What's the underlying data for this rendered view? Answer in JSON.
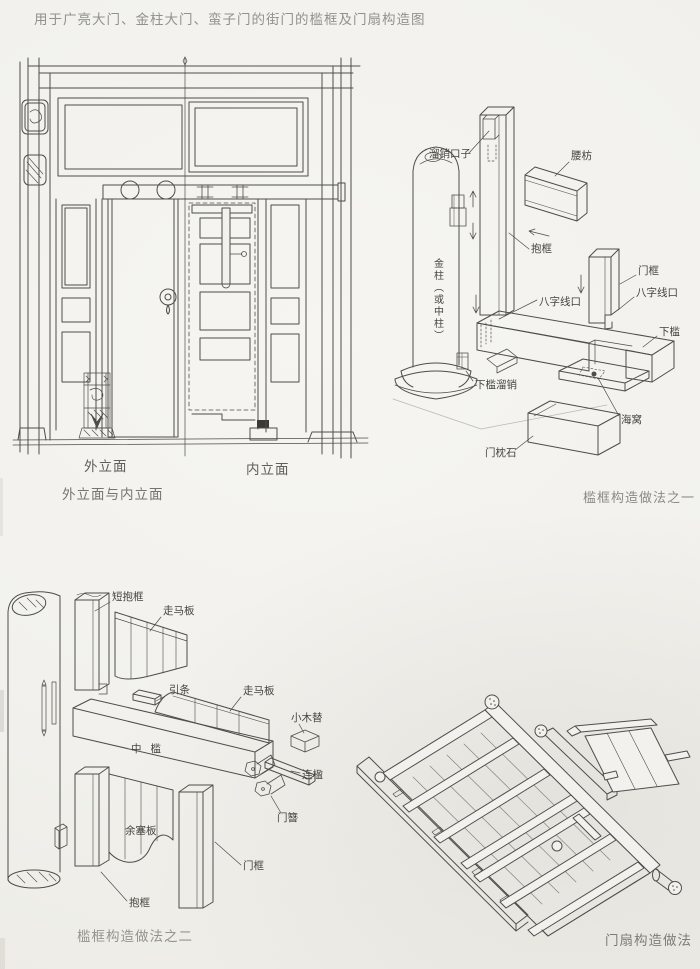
{
  "page": {
    "title": "用于广亮大门、金柱大门、蛮子门的街门的槛框及门扇构造图",
    "colors": {
      "paper": "#f2f1ed",
      "line": "#4e4d48",
      "label": "#45443f"
    }
  },
  "elevation": {
    "label_exterior": "外立面",
    "label_interior": "内立面",
    "caption": "外立面与内立面"
  },
  "method_one": {
    "caption": "槛框构造做法之一",
    "labels": {
      "slot": "溜销口子",
      "waist_beam": "腰枋",
      "embrace_frame": "抱框",
      "gold_column": "金柱（或中柱）",
      "splay_left": "八字线口",
      "door_frame": "门框",
      "splay_right": "八字线口",
      "lower_sill": "下槛",
      "sill_pin": "下槛溜销",
      "sea_socket": "海窝",
      "pillow_stone": "门枕石"
    }
  },
  "method_two": {
    "caption": "槛框构造做法之二",
    "labels": {
      "short_embrace_frame": "短抱框",
      "zouma_board_top": "走马板",
      "guide_strip": "引条",
      "zouma_board_mid": "走马板",
      "small_wood_block": "小木替",
      "middle_sill": "中槛",
      "lianying": "连楹",
      "door_pin": "门簪",
      "filler_board": "余塞板",
      "door_frame": "门框",
      "embrace_frame": "抱框"
    }
  },
  "door_leaf": {
    "caption": "门扇构造做法"
  }
}
